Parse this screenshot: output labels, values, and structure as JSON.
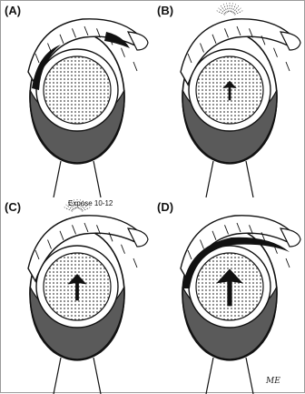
{
  "panels": [
    {
      "label": "(A)",
      "arrow": "none",
      "rays": false,
      "annotation": ""
    },
    {
      "label": "(B)",
      "arrow": "small",
      "rays": true,
      "annotation": ""
    },
    {
      "label": "(C)",
      "arrow": "medium",
      "rays": true,
      "annotation": "Expose 10-12"
    },
    {
      "label": "(D)",
      "arrow": "large",
      "rays": false,
      "annotation": ""
    }
  ],
  "signature": "ME",
  "colors": {
    "ink": "#111111",
    "dark_band": "#5a5a5a",
    "dot_grid": "#666666",
    "white": "#ffffff"
  }
}
